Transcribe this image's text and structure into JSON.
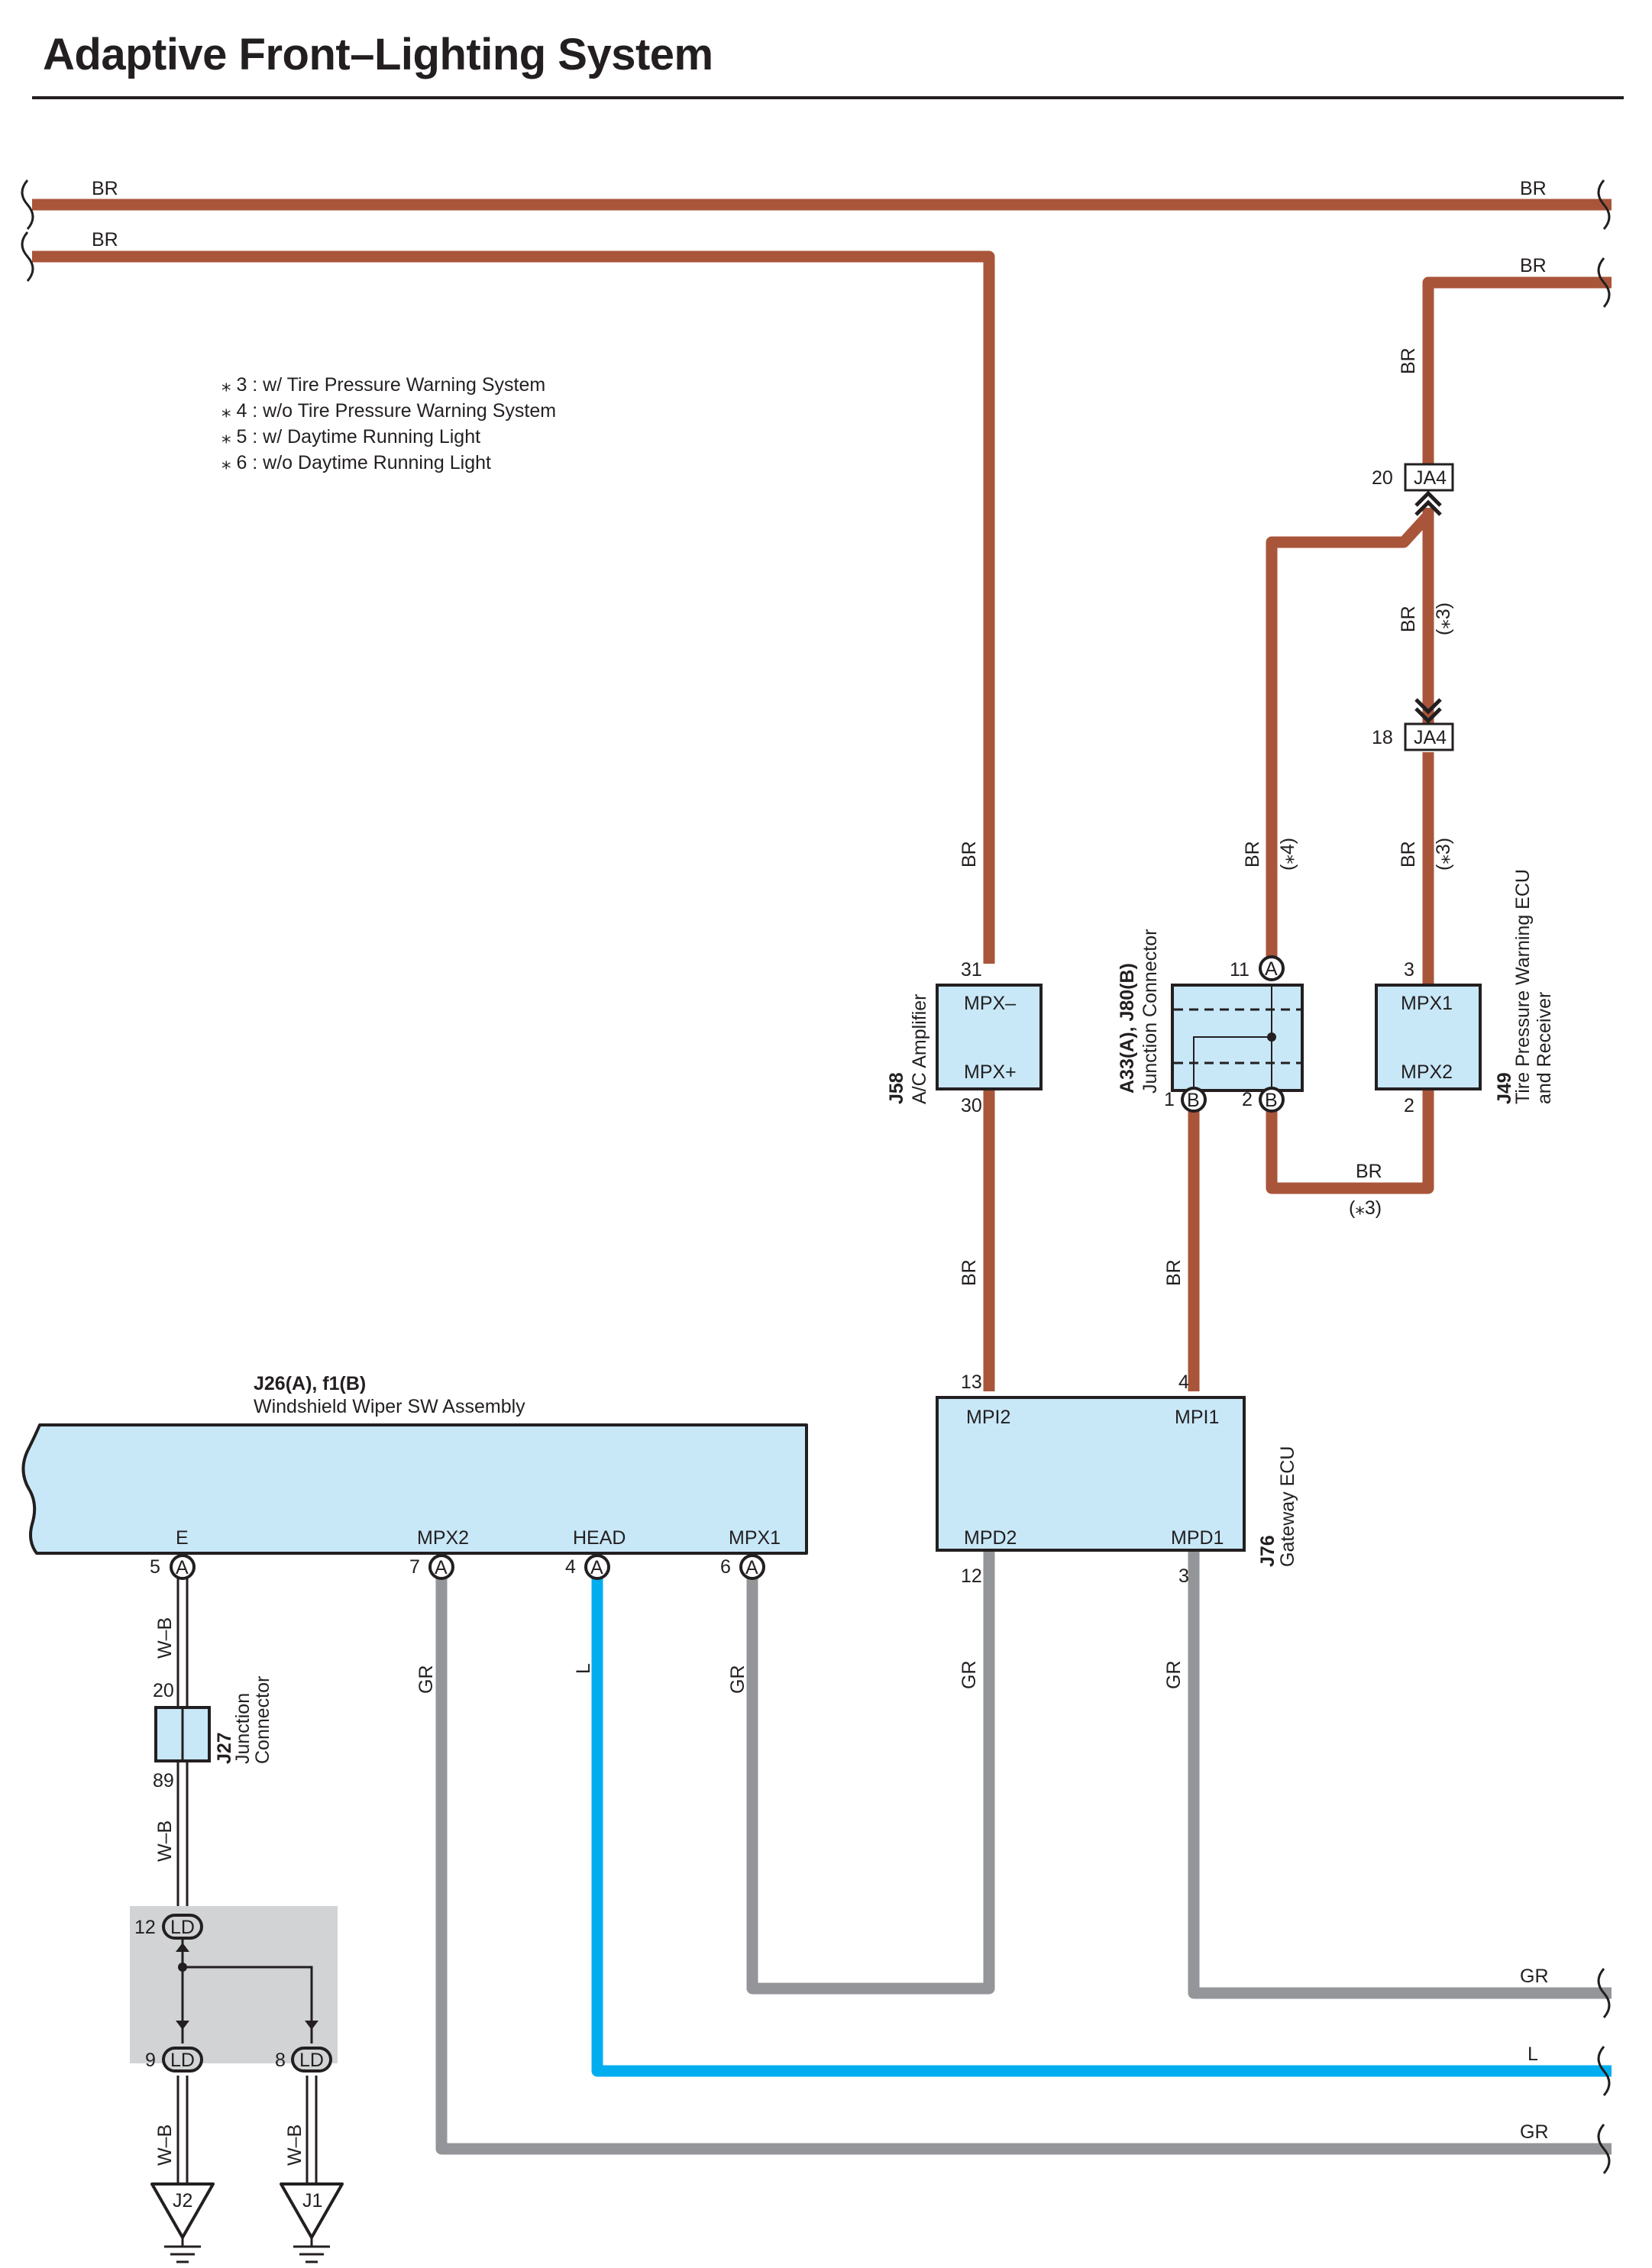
{
  "title": "Adaptive Front–Lighting System",
  "colors": {
    "BR": "#a9553a",
    "GR": "#939598",
    "L": "#00aeef",
    "W-B": "#231f20",
    "component_fill": "#c8e8f8",
    "shaded_area": "#d1d3d4"
  },
  "notes": [
    "⁎ 3 : w/ Tire Pressure Warning System",
    "⁎ 4 : w/o Tire Pressure Warning System",
    "⁎ 5 : w/ Daytime Running Light",
    "⁎ 6 : w/o Daytime Running Light"
  ],
  "wire_labels": {
    "br": "BR",
    "gr": "GR",
    "l": "L",
    "wb": "W–B",
    "n3": "(⁎3)",
    "n4": "(⁎4)"
  },
  "components": {
    "j58": {
      "id": "J58",
      "name": "A/C Amplifier",
      "pins": [
        "MPX–",
        "MPX+"
      ],
      "pin_numbers": [
        "31",
        "30"
      ]
    },
    "a33": {
      "id": "A33(A), J80(B)",
      "name": "Junction Connector",
      "pin_numbers": [
        "11",
        "1",
        "2"
      ],
      "connector_letters": [
        "A",
        "B",
        "B"
      ]
    },
    "j49": {
      "id": "J49",
      "name_line1": "Tire Pressure Warning ECU",
      "name_line2": "and Receiver",
      "pins": [
        "MPX1",
        "MPX2"
      ],
      "pin_numbers": [
        "3",
        "2"
      ]
    },
    "ja4": {
      "label": "JA4",
      "pin_top": "20",
      "pin_bottom": "18"
    },
    "j76": {
      "id": "J76",
      "name": "Gateway ECU",
      "pins": [
        "MPI2",
        "MPI1",
        "MPD2",
        "MPD1"
      ],
      "pin_numbers": [
        "13",
        "4",
        "12",
        "3"
      ]
    },
    "j26": {
      "id": "J26(A), f1(B)",
      "name": "Windshield Wiper SW Assembly",
      "pins": [
        "E",
        "MPX2",
        "HEAD",
        "MPX1"
      ],
      "pin_numbers": [
        "5",
        "7",
        "4",
        "6"
      ],
      "connector_letter": "A"
    },
    "j27": {
      "id": "J27",
      "name_line1": "Junction",
      "name_line2": "Connector",
      "pin_numbers": [
        "20",
        "89"
      ]
    },
    "ld": {
      "label": "LD",
      "pin_numbers": [
        "12",
        "9",
        "8"
      ]
    },
    "ground_j2": "J2",
    "ground_j1": "J1"
  }
}
